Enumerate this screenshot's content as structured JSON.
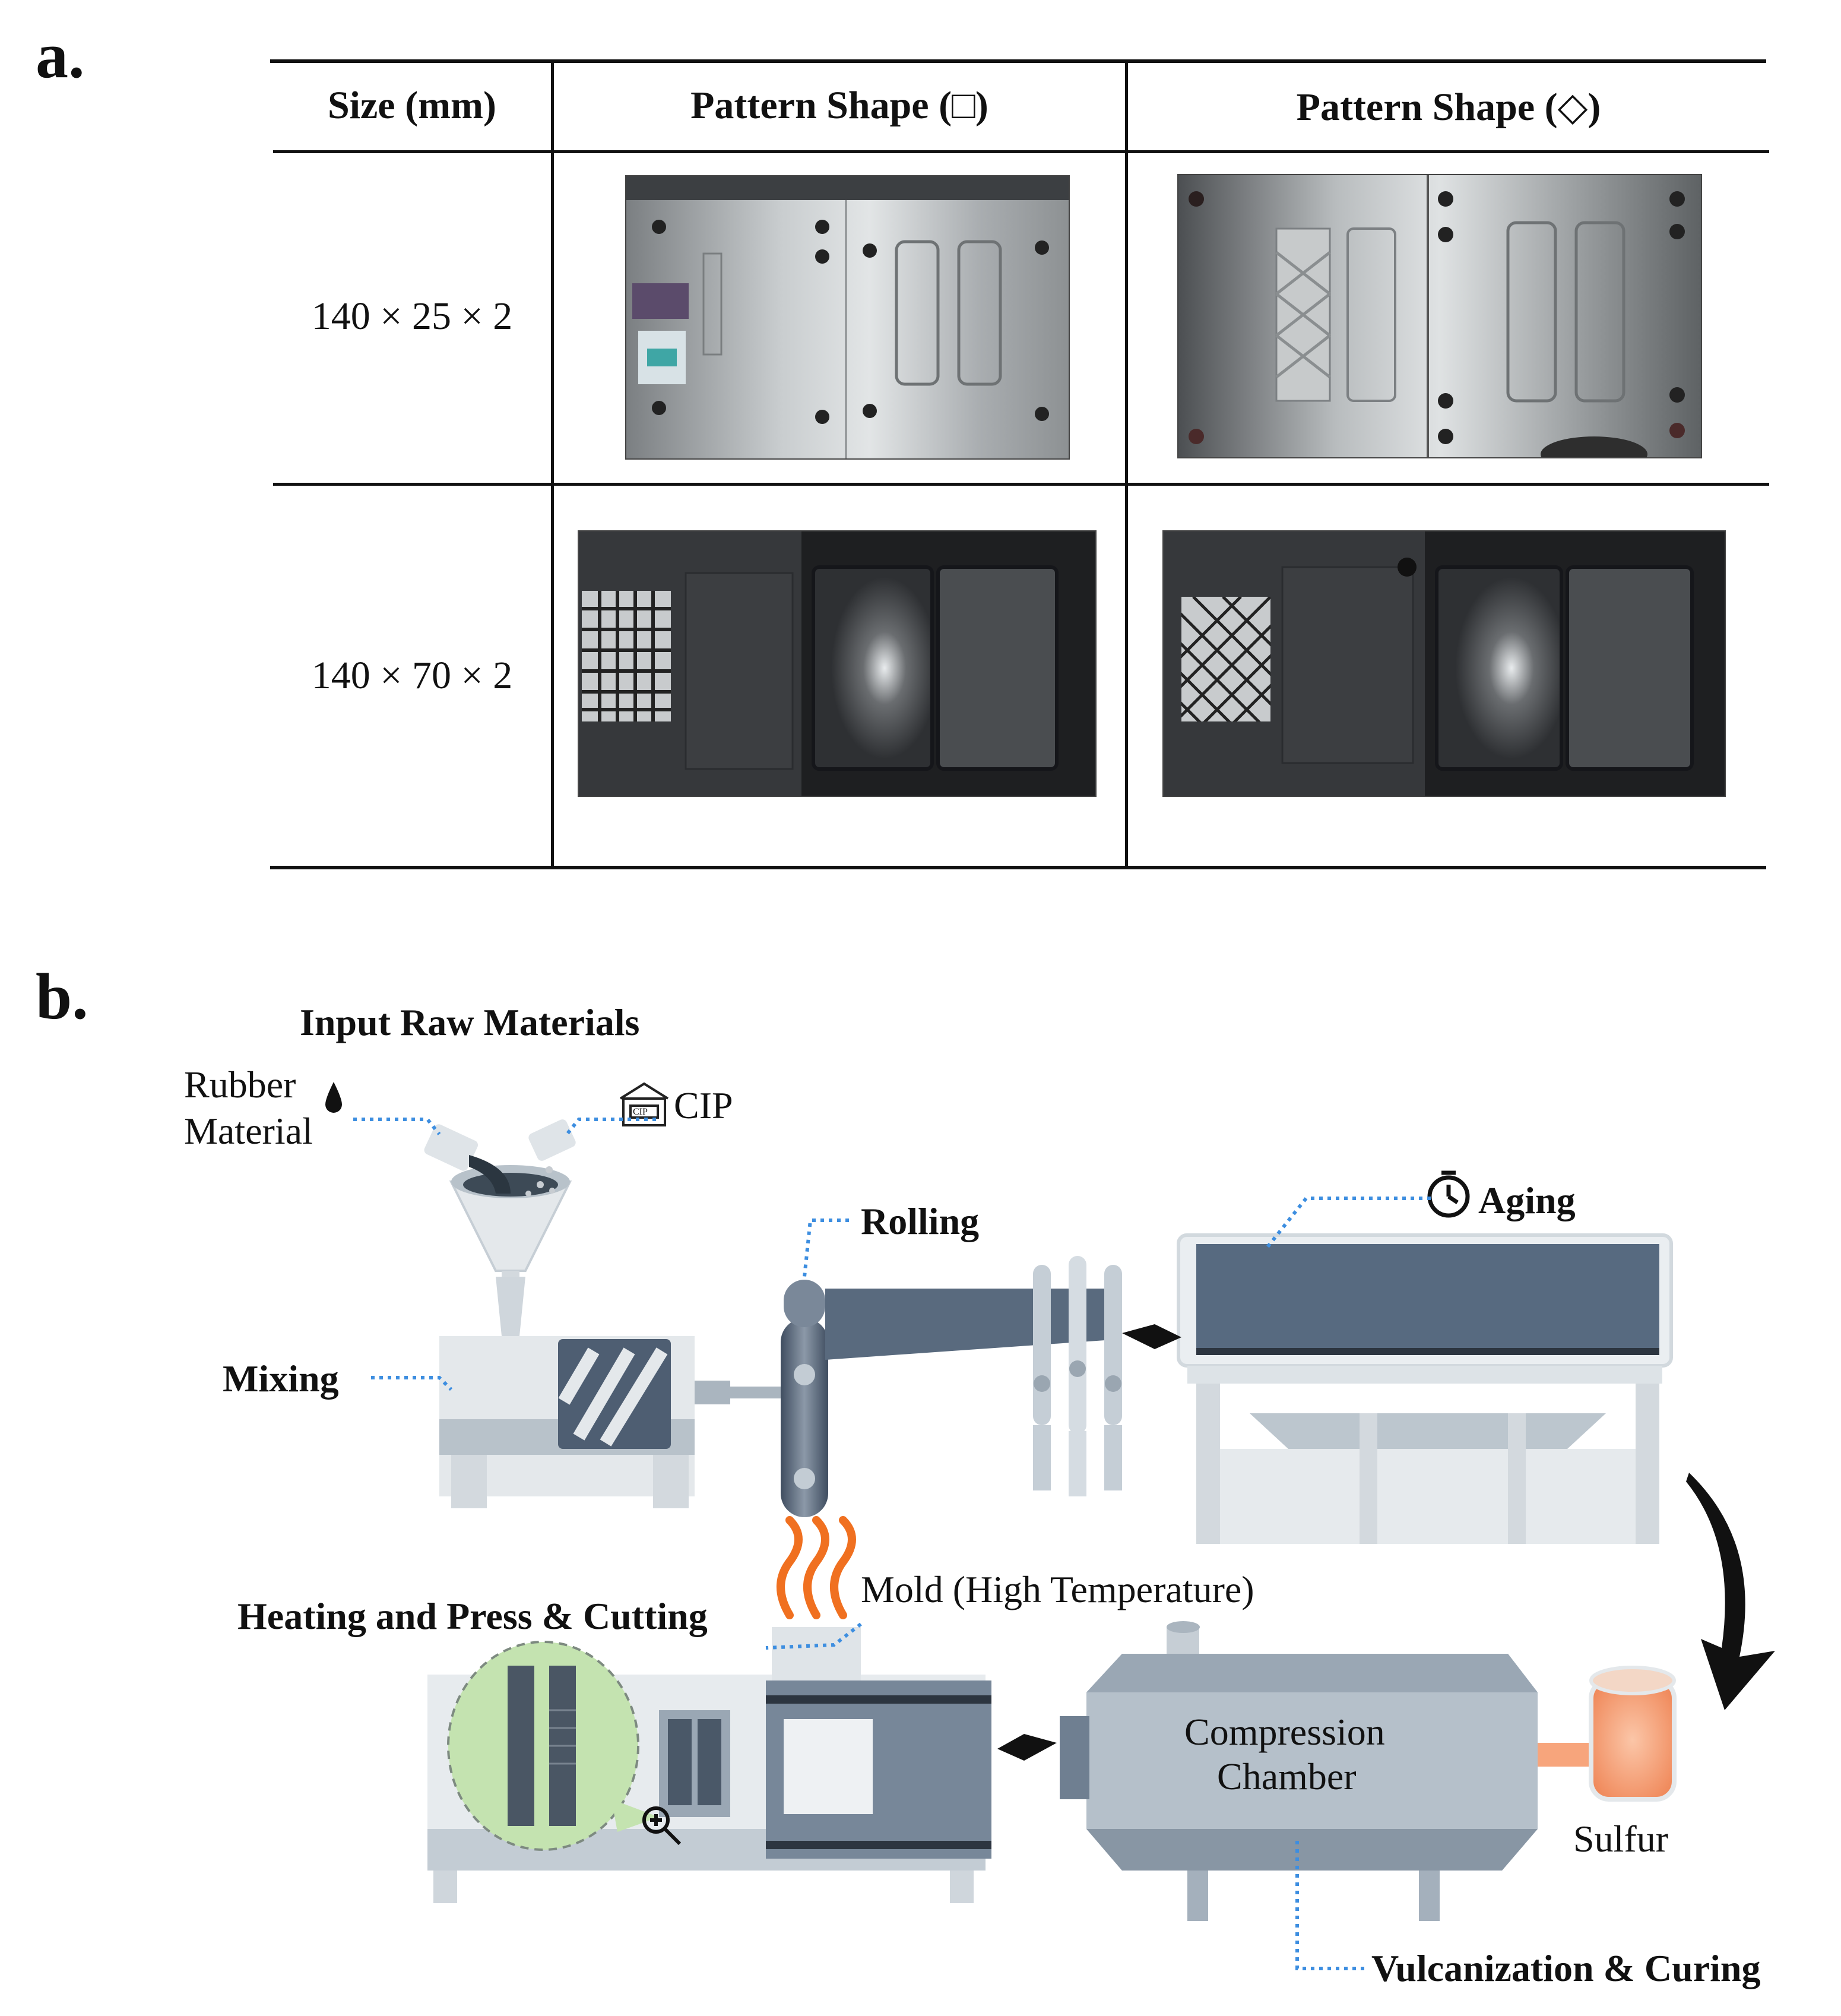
{
  "panel_a": {
    "letter": "a.",
    "headers": [
      "Size (mm)",
      "Pattern Shape (□)",
      "Pattern Shape (◇)"
    ],
    "rows": [
      {
        "size": "140 × 25 × 2",
        "square_photo": "metal mold photo with square pattern",
        "diamond_photo": "metal mold photo with diamond pattern"
      },
      {
        "size": "140 × 70 × 2",
        "square_photo": "black 3D-printed mold with square grid pattern",
        "diamond_photo": "black 3D-printed mold with diamond grid pattern"
      }
    ]
  },
  "panel_b": {
    "letter": "b.",
    "labels": {
      "input_raw_materials": "Input Raw Materials",
      "rubber_material_line1": "Rubber",
      "rubber_material_line2": "Material",
      "cip": "CIP",
      "cip_box": "CIP",
      "mixing": "Mixing",
      "rolling": "Rolling",
      "aging": "Aging",
      "heating": "Heating and Press & Cutting",
      "mold": "Mold (High Temperature)",
      "compression_line1": "Compression",
      "compression_line2": "Chamber",
      "sulfur": "Sulfur",
      "vulcanization": "Vulcanization & Curing"
    },
    "icons": [
      "drop-icon",
      "box-icon",
      "stopwatch-icon",
      "magnifier-icon",
      "heat-waves-icon",
      "arrow-icon"
    ],
    "colors": {
      "machine_light": "#e2e7ea",
      "machine_mid": "#aab7c2",
      "machine_dark": "#5a6a7e",
      "leader_line": "#3d8ee0",
      "heat": "#f07020",
      "zoom_bg": "#c4e3b0",
      "sulfur": "#f7a57c"
    }
  }
}
